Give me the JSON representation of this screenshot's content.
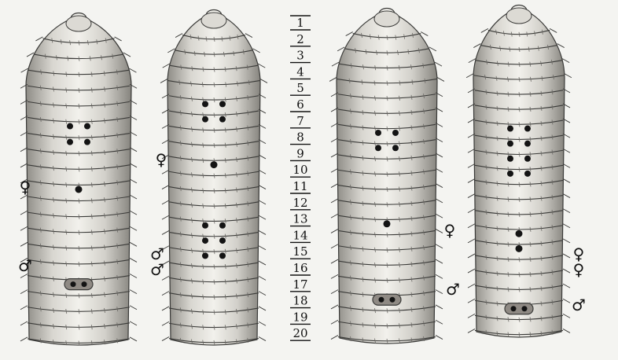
{
  "segment_numbers": [
    "1",
    "2",
    "3",
    "4",
    "5",
    "6",
    "7",
    "8",
    "9",
    "10",
    "11",
    "12",
    "13",
    "14",
    "15",
    "16",
    "17",
    "18",
    "19",
    "20"
  ],
  "symbols": {
    "female": "♀",
    "male": "♂"
  },
  "colors": {
    "background": "#f4f4f1",
    "body_light": "#ecebe6",
    "body_shade": "#9c9a94",
    "outline": "#3a3a38",
    "pore": "#141414",
    "clitellum_pad": "#8f8a84"
  },
  "worms": [
    {
      "female_pores_segment": 11,
      "male_pores_segment": 17,
      "pore_pairs_segments": [
        7,
        8
      ],
      "single_pore_segments": [
        11
      ],
      "genital_pad_segment": 17
    },
    {
      "female_pores_segment": 9,
      "male_pores_segment": 15,
      "pore_pairs_segments": [
        6,
        7,
        14,
        15,
        16
      ],
      "single_pore_segments": [
        10
      ],
      "genital_pad_segment": null
    },
    {
      "female_pores_segment": 14,
      "male_pores_segment": 18,
      "pore_pairs_segments": [
        8,
        9
      ],
      "single_pore_segments": [
        14
      ],
      "genital_pad_segment": 19
    },
    {
      "female_pores_segment": 16,
      "male_pores_segment": 19,
      "pore_pairs_segments": [
        8,
        9,
        10,
        11
      ],
      "single_pore_segments": [
        15,
        16
      ],
      "genital_pad_segment": 20
    }
  ]
}
